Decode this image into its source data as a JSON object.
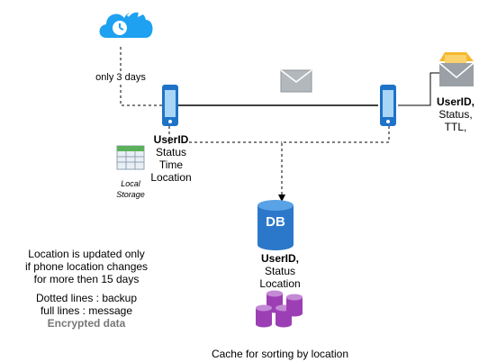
{
  "colors": {
    "line": "#000000",
    "blue_icon": "#1ea1f1",
    "db_blue": "#2b77c9",
    "cache_purple": "#9c3fb4",
    "envelope_grey": "#b3b8bd",
    "folder_yellow": "#f5b82e",
    "note_grey": "#777777"
  },
  "icons": {
    "cloud": "cloud-clock-icon",
    "phone_left": "mobile-phone-icon",
    "phone_right": "mobile-phone-icon",
    "envelope": "envelope-icon",
    "mailbox": "mail-inbox-icon",
    "storage": "table-icon",
    "db": "database-icon",
    "cache": "cache-cylinders-icon"
  },
  "labels": {
    "cloud_retention": "only 3 days",
    "left_phone": {
      "line1": "UserID",
      "line2": "Status",
      "line3": "Time",
      "line4": "Location"
    },
    "local_storage": {
      "line1": "Local",
      "line2": "Storage"
    },
    "right_phone": {
      "line1": "UserID,",
      "line2": "Status,",
      "line3": "TTL,"
    },
    "db_icon_text": "DB",
    "db": {
      "line1": "UserID,",
      "line2": "Status",
      "line3": "Location"
    },
    "cache": "Cache for sorting by location"
  },
  "notes": {
    "location_rule": {
      "line1": "Location is updated only",
      "line2": "if phone location changes",
      "line3": "for more then 15 days"
    },
    "legend": {
      "dotted": "Dotted lines : backup",
      "full": "full lines : message",
      "encrypted": "Encrypted data"
    }
  }
}
